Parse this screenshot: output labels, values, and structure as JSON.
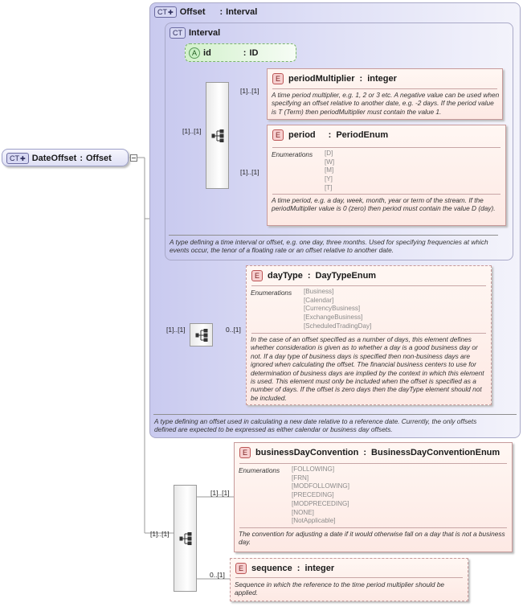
{
  "root": {
    "badge": "CT",
    "name": "DateOffset",
    "sep": ":",
    "type": "Offset"
  },
  "offset_group": {
    "badge": "CT",
    "name": "Offset",
    "sep": ":",
    "type": "Interval",
    "doc": "A type defining an offset used in calculating a new date relative to a reference date. Currently, the only offsets defined are expected to be expressed as either calendar or business day offsets."
  },
  "interval_group": {
    "badge": "CT",
    "name": "Interval",
    "doc": "A type defining a time interval or offset, e.g. one day, three months. Used for specifying frequencies at which events occur, the tenor of a floating rate or an offset relative to another date."
  },
  "attribute_id": {
    "badge": "A",
    "name": "id",
    "sep": ":",
    "type": "ID"
  },
  "period_multiplier": {
    "badge": "E",
    "name": "periodMultiplier",
    "sep": ":",
    "type": "integer",
    "card": "[1]..[1]",
    "doc": "A time period multiplier, e.g. 1, 2 or 3 etc. A negative value can be used when specifying an offset relative to another date, e.g. -2 days. If the period value is T (Term) then periodMultiplier must contain the value 1."
  },
  "period": {
    "badge": "E",
    "name": "period",
    "sep": ":",
    "type": "PeriodEnum",
    "card": "[1]..[1]",
    "enum_label": "Enumerations",
    "enums": [
      "[D]",
      "[W]",
      "[M]",
      "[Y]",
      "[T]"
    ],
    "doc": "A time period, e.g. a day, week, month, year or term of the stream. If the periodMultiplier value is 0 (zero) then period must contain the value D (day)."
  },
  "interval_sequence": {
    "card": "[1]..[1]"
  },
  "daytype_sequence": {
    "card": "[1]..[1]"
  },
  "day_type": {
    "badge": "E",
    "name": "dayType",
    "sep": ":",
    "type": "DayTypeEnum",
    "card": "0..[1]",
    "enum_label": "Enumerations",
    "enums": [
      "[Business]",
      "[Calendar]",
      "[CurrencyBusiness]",
      "[ExchangeBusiness]",
      "[ScheduledTradingDay]"
    ],
    "doc": "In the case of an offset specified as a number of days, this element defines whether consideration is given as to whether a day is a good business day or not. If a day type of business days is specified then non-business days are ignored when calculating the offset. The financial business centers to use for determination of business days are implied by the context in which this element is used. This element must only be included when the offset is specified as a number of days. If the offset is zero days then the dayType element should not be included."
  },
  "root_sequence": {
    "card": "[1]..[1]"
  },
  "business_day_convention": {
    "badge": "E",
    "name": "businessDayConvention",
    "sep": ":",
    "type": "BusinessDayConventionEnum",
    "card": "[1]..[1]",
    "enum_label": "Enumerations",
    "enums": [
      "[FOLLOWING]",
      "[FRN]",
      "[MODFOLLOWING]",
      "[PRECEDING]",
      "[MODPRECEDING]",
      "[NONE]",
      "[NotApplicable]"
    ],
    "doc": "The convention for adjusting a date if it would otherwise fall on a day that is not a business day."
  },
  "sequence_el": {
    "badge": "E",
    "name": "sequence",
    "sep": ":",
    "type": "integer",
    "card": "0..[1]",
    "doc": "Sequence in which the reference to the time period multiplier should be applied."
  },
  "icons": {
    "complex_type": "ct-icon",
    "sequence": "sequence-compositor-icon",
    "expand": "expand-icon"
  },
  "colors": {
    "group_fill": "#dedff6",
    "element_border": "#c79a9a",
    "attribute_fill": "#d3f1cc"
  }
}
